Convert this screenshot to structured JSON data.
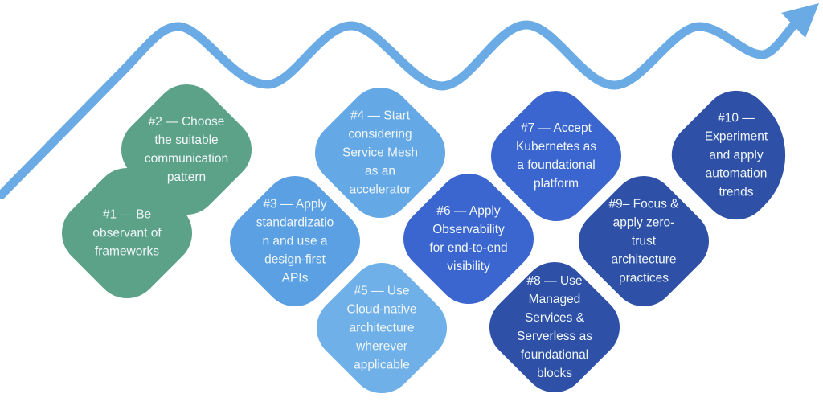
{
  "diagram": {
    "kind": "cloud-architecture-trends-roadmap",
    "background": "#ffffff",
    "text_color": "#f0f6f8"
  },
  "wave": {
    "color": "#6aabe6",
    "description": "wavy upward trend line ending in arrow"
  },
  "tiles": [
    {
      "num": "1",
      "color": "#5ca289",
      "label": "#1 — Be\nobservant of\nframeworks"
    },
    {
      "num": "2",
      "color": "#5ca289",
      "label": "#2 — Choose\nthe suitable\ncommunication\npattern"
    },
    {
      "num": "3",
      "color": "#5aa0e3",
      "label": "#3 — Apply\nstandardizatio\nn and use a\ndesign-first\nAPIs"
    },
    {
      "num": "4",
      "color": "#64a8e5",
      "label": "#4 — Start\nconsidering\nService Mesh\nas an\naccelerator"
    },
    {
      "num": "5",
      "color": "#6fb0e9",
      "label": "#5 — Use\nCloud-native\narchitecture\nwherever\napplicable"
    },
    {
      "num": "6",
      "color": "#3c66cf",
      "label": "#6 — Apply\nObservability\nfor end-to-end\nvisibility"
    },
    {
      "num": "7",
      "color": "#3c66cf",
      "label": "#7 — Accept\nKubernetes as\na foundational\nplatform"
    },
    {
      "num": "8",
      "color": "#2e51a7",
      "label": "#8 — Use\nManaged\nServices &\nServerless as\nfoundational\nblocks"
    },
    {
      "num": "9",
      "color": "#2e51a7",
      "label": "#9– Focus &\napply zero-\ntrust\narchitecture\npractices"
    },
    {
      "num": "10",
      "color": "#2e51a7",
      "label": "#10 —\nExperiment\nand apply\nautomation\ntrends"
    }
  ]
}
